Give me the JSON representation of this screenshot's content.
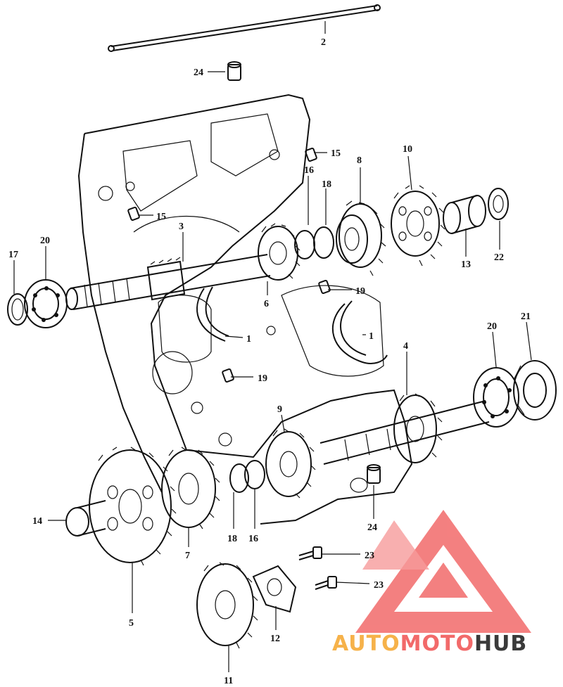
{
  "diagram": {
    "callouts": [
      {
        "id": "c-2a",
        "text": "2"
      },
      {
        "id": "c-24a",
        "text": "24"
      },
      {
        "id": "c-15a",
        "text": "15"
      },
      {
        "id": "c-16a",
        "text": "16"
      },
      {
        "id": "c-8",
        "text": "8"
      },
      {
        "id": "c-10",
        "text": "10"
      },
      {
        "id": "c-18a",
        "text": "18"
      },
      {
        "id": "c-15b",
        "text": "15"
      },
      {
        "id": "c-3",
        "text": "3"
      },
      {
        "id": "c-13",
        "text": "13"
      },
      {
        "id": "c-22",
        "text": "22"
      },
      {
        "id": "c-17",
        "text": "17"
      },
      {
        "id": "c-20a",
        "text": "20"
      },
      {
        "id": "c-6",
        "text": "6"
      },
      {
        "id": "c-19a",
        "text": "19"
      },
      {
        "id": "c-1a",
        "text": "1"
      },
      {
        "id": "c-1b",
        "text": "1"
      },
      {
        "id": "c-20b",
        "text": "20"
      },
      {
        "id": "c-21",
        "text": "21"
      },
      {
        "id": "c-4",
        "text": "4"
      },
      {
        "id": "c-19b",
        "text": "19"
      },
      {
        "id": "c-9",
        "text": "9"
      },
      {
        "id": "c-14",
        "text": "14"
      },
      {
        "id": "c-7",
        "text": "7"
      },
      {
        "id": "c-18b",
        "text": "18"
      },
      {
        "id": "c-16b",
        "text": "16"
      },
      {
        "id": "c-24b",
        "text": "24"
      },
      {
        "id": "c-23a",
        "text": "23"
      },
      {
        "id": "c-23b",
        "text": "23"
      },
      {
        "id": "c-5",
        "text": "5"
      },
      {
        "id": "c-12",
        "text": "12"
      },
      {
        "id": "c-11",
        "text": "11"
      }
    ]
  },
  "watermark": {
    "part1": "AUTO",
    "part2": "MOTO",
    "part3": "HUB",
    "color_primary": "#f26a6a",
    "color_secondary": "#f6b24a",
    "color_dark": "#3a3a3a"
  }
}
